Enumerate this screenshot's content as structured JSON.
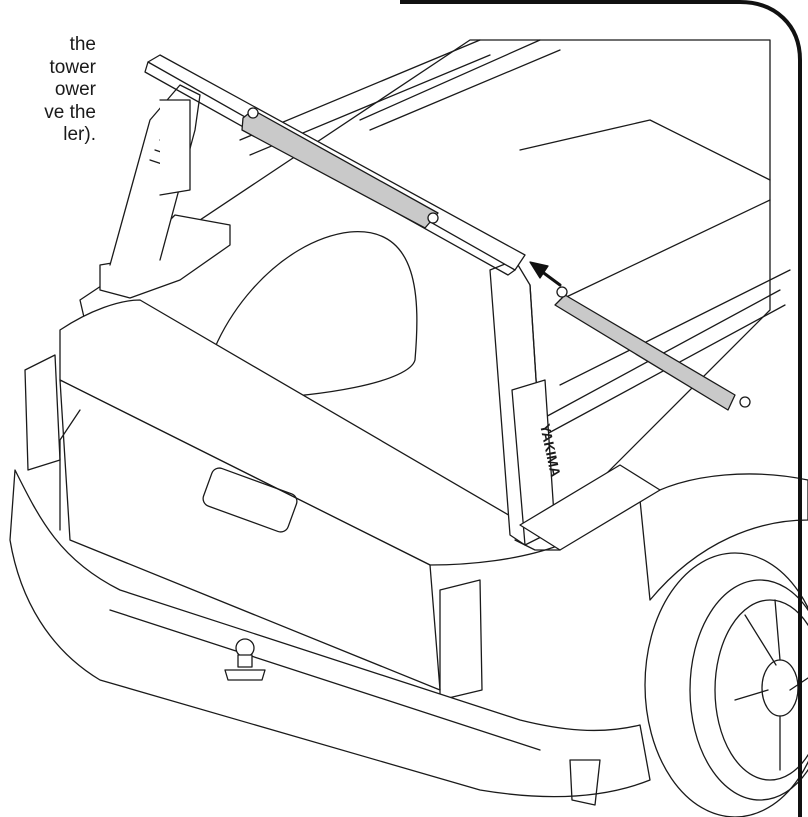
{
  "caption": {
    "lines": [
      "the",
      "tower",
      "ower",
      "ve the",
      "ler)."
    ]
  },
  "brand_label": "YAKIMA",
  "colors": {
    "line": "#1a1a1a",
    "crossbar_fill": "#c9c9c9",
    "frame": "#111111",
    "background": "#ffffff"
  },
  "icons": [
    "arrow-icon"
  ]
}
